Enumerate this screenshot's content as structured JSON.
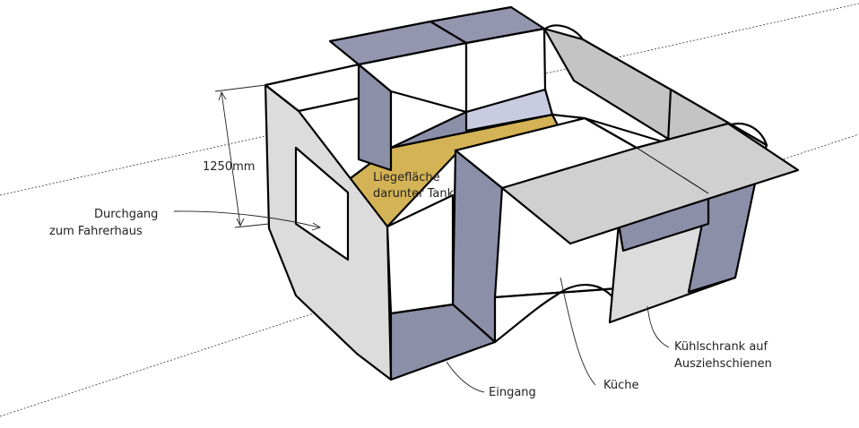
{
  "labels": {
    "dimension": "1250mm",
    "passage_line1": "Durchgang",
    "passage_line2": "zum Fahrerhaus",
    "bed_line1": "Liegefläche",
    "bed_line2": "darunter Tank",
    "entrance": "Eingang",
    "kitchen": "Küche",
    "fridge_line1": "Kühlschrank auf",
    "fridge_line2": "Ausziehschienen"
  },
  "colors": {
    "floor": "#d4b356",
    "floor_dark": "#b39338",
    "wall_white": "#ffffff",
    "wall_light": "#dcdcdc",
    "wall_grey": "#c4c4c4",
    "wall_blue": "#8c8fa8",
    "wall_blue_dark": "#757892",
    "top_blue": "#9496b0",
    "top_grey": "#d0d0d0"
  }
}
